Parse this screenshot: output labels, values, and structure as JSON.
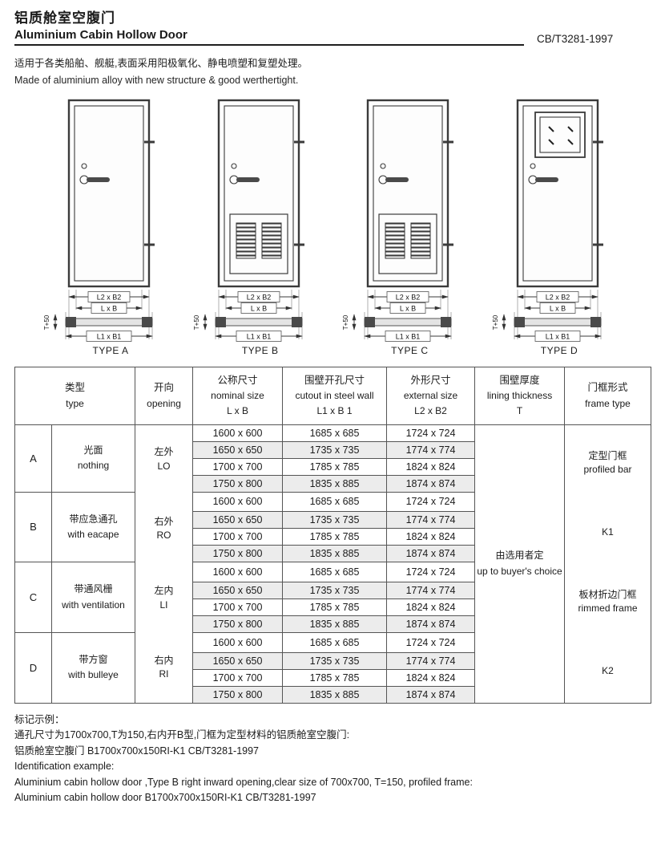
{
  "header": {
    "title_zh": "铝质舱室空腹门",
    "title_en": "Aluminium Cabin Hollow Door",
    "standard": "CB/T3281-1997"
  },
  "intro": {
    "zh": "适用于各类船舶、舰艇,表面采用阳极氧化、静电喷塑和复塑处理。",
    "en": "Made of aluminium alloy with new structure & good werthertight."
  },
  "diagram_labels": {
    "l2b2": "L2 x B2",
    "lb": "L x B",
    "l1b1": "L1 x B1",
    "t50": "T+50"
  },
  "diagrams": [
    {
      "label": "TYPE A"
    },
    {
      "label": "TYPE B"
    },
    {
      "label": "TYPE C"
    },
    {
      "label": "TYPE D"
    }
  ],
  "table": {
    "headers": {
      "type_zh": "类型",
      "type_en": "type",
      "opening_zh": "开向",
      "opening_en": "opening",
      "nominal_zh": "公称尺寸",
      "nominal_en": "nominal size",
      "nominal_sub": "L x B",
      "cutout_zh": "围壁开孔尺寸",
      "cutout_en": "cutout in steel wall",
      "cutout_sub": "L1 x B 1",
      "external_zh": "外形尺寸",
      "external_en": "external size",
      "external_sub": "L2 x B2",
      "lining_zh": "围壁厚度",
      "lining_en": "lining thickness",
      "lining_sub": "T",
      "frame_zh": "门框形式",
      "frame_en": "frame type"
    },
    "type_groups": [
      {
        "letter": "A",
        "zh": "光面",
        "en": "nothing"
      },
      {
        "letter": "B",
        "zh": "带应急通孔",
        "en": "with eacape"
      },
      {
        "letter": "C",
        "zh": "带通风栅",
        "en": "with ventilation"
      },
      {
        "letter": "D",
        "zh": "带方窗",
        "en": "with bulleye"
      }
    ],
    "openings": [
      {
        "zh": "左外",
        "en": "LO"
      },
      {
        "zh": "右外",
        "en": "RO"
      },
      {
        "zh": "左内",
        "en": "LI"
      },
      {
        "zh": "右内",
        "en": "RI"
      }
    ],
    "rows": [
      {
        "nominal": "1600 x 600",
        "cutout": "1685 x 685",
        "external": "1724 x 724"
      },
      {
        "nominal": "1650 x 650",
        "cutout": "1735 x 735",
        "external": "1774 x 774"
      },
      {
        "nominal": "1700 x 700",
        "cutout": "1785 x 785",
        "external": "1824 x 824"
      },
      {
        "nominal": "1750 x 800",
        "cutout": "1835 x 885",
        "external": "1874 x 874"
      },
      {
        "nominal": "1600 x 600",
        "cutout": "1685 x 685",
        "external": "1724 x 724"
      },
      {
        "nominal": "1650 x 650",
        "cutout": "1735 x 735",
        "external": "1774 x 774"
      },
      {
        "nominal": "1700 x 700",
        "cutout": "1785 x 785",
        "external": "1824 x 824"
      },
      {
        "nominal": "1750 x 800",
        "cutout": "1835 x 885",
        "external": "1874 x 874"
      },
      {
        "nominal": "1600 x 600",
        "cutout": "1685 x 685",
        "external": "1724 x 724"
      },
      {
        "nominal": "1650 x 650",
        "cutout": "1735 x 735",
        "external": "1774 x 774"
      },
      {
        "nominal": "1700 x 700",
        "cutout": "1785 x 785",
        "external": "1824 x 824"
      },
      {
        "nominal": "1750 x 800",
        "cutout": "1835 x 885",
        "external": "1874 x 874"
      },
      {
        "nominal": "1600 x 600",
        "cutout": "1685 x 685",
        "external": "1724 x 724"
      },
      {
        "nominal": "1650 x 650",
        "cutout": "1735 x 735",
        "external": "1774 x 774"
      },
      {
        "nominal": "1700 x 700",
        "cutout": "1785 x 785",
        "external": "1824 x 824"
      },
      {
        "nominal": "1750 x 800",
        "cutout": "1835 x 885",
        "external": "1874 x 874"
      }
    ],
    "lining": {
      "zh": "由选用者定",
      "en": "up to buyer's choice"
    },
    "frames": [
      {
        "zh": "定型门框",
        "en": "profiled bar",
        "code": "K1"
      },
      {
        "zh": "板材折边门框",
        "en": "rimmed frame",
        "code": "K2"
      }
    ]
  },
  "footer": {
    "zh_title": "标记示例：",
    "zh_line1": "通孔尺寸为1700x700,T为150,右内开B型,门框为定型材料的铝质舱室空腹门:",
    "zh_line2": "铝质舱室空腹门 B1700x700x150RI-K1 CB/T3281-1997",
    "en_title": "Identification example:",
    "en_line1": "Aluminium cabin hollow door ,Type B right inward opening,clear size of 700x700, T=150, profiled frame:",
    "en_line2": "Aluminium cabin hollow door B1700x700x150RI-K1 CB/T3281-1997"
  }
}
